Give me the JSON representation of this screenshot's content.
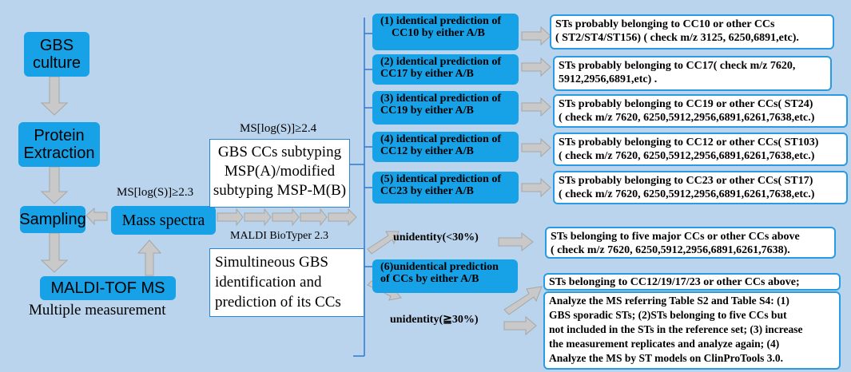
{
  "flow": {
    "culture": [
      "GBS",
      "culture"
    ],
    "extraction": [
      "Protein",
      "Extraction"
    ],
    "sampling": "Sampling",
    "maldi": "MALDI-TOF MS",
    "multiple": "Multiple measurement",
    "mass_spectra": "Mass spectra",
    "threshold_23": "MS[log(S)]≥2.3",
    "threshold_24": "MS[log(S)]≥2.4",
    "biotyper": "MALDI BioTyper 2.3"
  },
  "subtyping": [
    "GBS CCs subtyping",
    "MSP(A)/modified",
    "subtyping MSP-M(B)"
  ],
  "simultaneous": [
    "Simultineous GBS",
    "identification and",
    "prediction of its CCs"
  ],
  "predictions": [
    {
      "line1": "(1)  identical prediction of",
      "line2": "CC10 by either A/B"
    },
    {
      "line1": "(2) identical prediction of",
      "line2": "CC17 by  either A/B"
    },
    {
      "line1": "(3) identical prediction of",
      "line2": "CC19 by  either A/B"
    },
    {
      "line1": "(4) identical prediction of",
      "line2": "CC12 by  either A/B"
    },
    {
      "line1": "(5) identical prediction of",
      "line2": "CC23 by  either A/B"
    },
    {
      "line1": "(6)unidentical prediction",
      "line2": "of CCs by  either A/B"
    }
  ],
  "results": [
    {
      "line1": "STs probably belonging to CC10 or other CCs",
      "line2": "( ST2/ST4/ST156)  ( check m/z 3125, 6250,6891,etc)."
    },
    {
      "line1": "STs probably belonging to CC17( check m/z 7620,",
      "line2": "5912,2956,6891,etc) ."
    },
    {
      "line1": "STs probably belonging to CC19 or other CCs( ST24)",
      "line2": "( check m/z 7620, 6250,5912,2956,6891,6261,7638,etc.)"
    },
    {
      "line1": "STs probably belonging to CC12 or other CCs( ST103)",
      "line2": "( check m/z 7620, 6250,5912,2956,6891,6261,7638,etc.)"
    },
    {
      "line1": "STs probably belonging to CC23 or other CCs( ST17)",
      "line2": "( check m/z 7620, 6250,5912,2956,6891,6261,7638,etc.)"
    }
  ],
  "unidentity_low": "unidentity(<30%)",
  "unidentity_high": "unidentity(≧30%)",
  "result_low": {
    "line1": "STs  belonging to five major CCs or other CCs above",
    "line2": "( check m/z 7620, 6250,5912,2956,6891,6261,7638)."
  },
  "result_high_title": "STs belonging to  CC12/19/17/23 or other CCs above;",
  "result_high_analysis": [
    "Analyze the MS referring Table S2 and Table S4: (1)",
    "GBS sporadic  STs; (2)STs belonging to five CCs but",
    "not included in the STs  in the reference set; (3) increase",
    "the measurement replicates and analyze again; (4)",
    "Analyze the MS by ST models on ClinProTools 3.0."
  ]
}
